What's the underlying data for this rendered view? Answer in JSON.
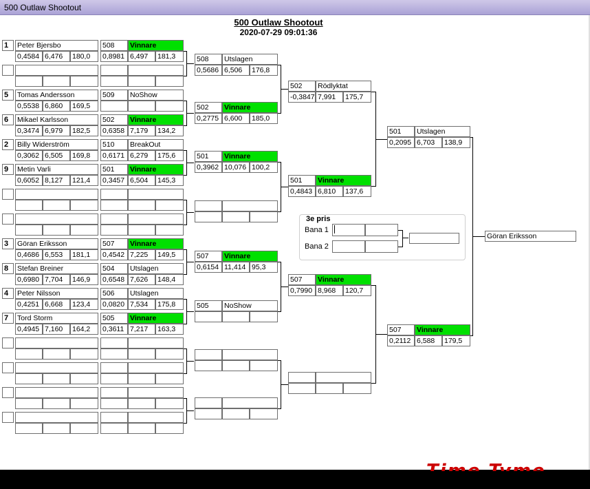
{
  "window": {
    "title": "500 Outlaw Shootout"
  },
  "header": {
    "title": "500 Outlaw Shootout",
    "datetime": "2020-07-29 09:01:36"
  },
  "round1": {
    "r1": {
      "seed": "1",
      "name": "Peter Bjersbo",
      "rt": "0,4584",
      "et": "6,476",
      "speed": "180,0"
    },
    "r2": {
      "seed": "",
      "name": "",
      "rt": "",
      "et": "",
      "speed": ""
    },
    "r3": {
      "seed": "5",
      "name": "Tomas Andersson",
      "rt": "0,5538",
      "et": "6,860",
      "speed": "169,5"
    },
    "r4": {
      "seed": "6",
      "name": "Mikael Karlsson",
      "rt": "0,3474",
      "et": "6,979",
      "speed": "182,5"
    },
    "r5": {
      "seed": "2",
      "name": "Billy Widerström",
      "rt": "0,3062",
      "et": "6,505",
      "speed": "169,8"
    },
    "r6": {
      "seed": "9",
      "name": "Metin Varli",
      "rt": "0,6052",
      "et": "8,127",
      "speed": "121,4"
    },
    "r7": {
      "seed": "",
      "name": "",
      "rt": "",
      "et": "",
      "speed": ""
    },
    "r8": {
      "seed": "",
      "name": "",
      "rt": "",
      "et": "",
      "speed": ""
    },
    "r9": {
      "seed": "3",
      "name": "Göran Eriksson",
      "rt": "0,4686",
      "et": "6,553",
      "speed": "181,1"
    },
    "r10": {
      "seed": "8",
      "name": "Stefan Breiner",
      "rt": "0,6980",
      "et": "7,704",
      "speed": "146,9"
    },
    "r11": {
      "seed": "4",
      "name": "Peter Nilsson",
      "rt": "0,4251",
      "et": "6,668",
      "speed": "123,4"
    },
    "r12": {
      "seed": "7",
      "name": "Tord Storm",
      "rt": "0,4945",
      "et": "7,160",
      "speed": "164,2"
    },
    "r13": {
      "seed": "",
      "name": "",
      "rt": "",
      "et": "",
      "speed": ""
    },
    "r14": {
      "seed": "",
      "name": "",
      "rt": "",
      "et": "",
      "speed": ""
    },
    "r15": {
      "seed": "",
      "name": "",
      "rt": "",
      "et": "",
      "speed": ""
    },
    "r16": {
      "seed": "",
      "name": "",
      "rt": "",
      "et": "",
      "speed": ""
    }
  },
  "round2": {
    "r1": {
      "num": "508",
      "status": "Vinnare",
      "rt": "0,8981",
      "et": "6,497",
      "speed": "181,3",
      "win": true
    },
    "r2": {
      "num": "",
      "status": "",
      "rt": "",
      "et": "",
      "speed": "",
      "win": false
    },
    "r3": {
      "num": "509",
      "status": "NoShow",
      "rt": "",
      "et": "",
      "speed": "",
      "win": false
    },
    "r4": {
      "num": "502",
      "status": "Vinnare",
      "rt": "0,6358",
      "et": "7,179",
      "speed": "134,2",
      "win": true
    },
    "r5": {
      "num": "510",
      "status": "BreakOut",
      "rt": "0,6171",
      "et": "6,279",
      "speed": "175,6",
      "win": false
    },
    "r6": {
      "num": "501",
      "status": "Vinnare",
      "rt": "0,3457",
      "et": "6,504",
      "speed": "145,3",
      "win": true
    },
    "r7": {
      "num": "",
      "status": "",
      "rt": "",
      "et": "",
      "speed": "",
      "win": false
    },
    "r8": {
      "num": "",
      "status": "",
      "rt": "",
      "et": "",
      "speed": "",
      "win": false
    },
    "r9": {
      "num": "507",
      "status": "Vinnare",
      "rt": "0,4542",
      "et": "7,225",
      "speed": "149,5",
      "win": true
    },
    "r10": {
      "num": "504",
      "status": "Utslagen",
      "rt": "0,6548",
      "et": "7,626",
      "speed": "148,4",
      "win": false
    },
    "r11": {
      "num": "506",
      "status": "Utslagen",
      "rt": "0,0820",
      "et": "7,534",
      "speed": "175,8",
      "win": false
    },
    "r12": {
      "num": "505",
      "status": "Vinnare",
      "rt": "0,3611",
      "et": "7,217",
      "speed": "163,3",
      "win": true
    },
    "r13": {
      "num": "",
      "status": "",
      "rt": "",
      "et": "",
      "speed": "",
      "win": false
    },
    "r14": {
      "num": "",
      "status": "",
      "rt": "",
      "et": "",
      "speed": "",
      "win": false
    },
    "r15": {
      "num": "",
      "status": "",
      "rt": "",
      "et": "",
      "speed": "",
      "win": false
    },
    "r16": {
      "num": "",
      "status": "",
      "rt": "",
      "et": "",
      "speed": "",
      "win": false
    }
  },
  "round3": {
    "r1": {
      "num": "508",
      "status": "Utslagen",
      "rt": "0,5686",
      "et": "6,506",
      "speed": "176,8",
      "win": false
    },
    "r2": {
      "num": "502",
      "status": "Vinnare",
      "rt": "0,2775",
      "et": "6,600",
      "speed": "185,0",
      "win": true
    },
    "r3": {
      "num": "501",
      "status": "Vinnare",
      "rt": "0,3962",
      "et": "10,076",
      "speed": "100,2",
      "win": true
    },
    "r4": {
      "num": "",
      "status": "",
      "rt": "",
      "et": "",
      "speed": "",
      "win": false
    },
    "r5": {
      "num": "507",
      "status": "Vinnare",
      "rt": "0,6154",
      "et": "11,414",
      "speed": "95,3",
      "win": true
    },
    "r6": {
      "num": "505",
      "status": "NoShow",
      "rt": "",
      "et": "",
      "speed": "",
      "win": false
    },
    "r7": {
      "num": "",
      "status": "",
      "rt": "",
      "et": "",
      "speed": "",
      "win": false
    },
    "r8": {
      "num": "",
      "status": "",
      "rt": "",
      "et": "",
      "speed": "",
      "win": false
    }
  },
  "round4": {
    "r1": {
      "num": "502",
      "status": "Rödlyktat",
      "rt": "-0,3847",
      "et": "7,991",
      "speed": "175,7",
      "win": false
    },
    "r2": {
      "num": "501",
      "status": "Vinnare",
      "rt": "0,4843",
      "et": "6,810",
      "speed": "137,6",
      "win": true
    },
    "r3": {
      "num": "507",
      "status": "Vinnare",
      "rt": "0,7990",
      "et": "8,968",
      "speed": "120,7",
      "win": true
    },
    "r4": {
      "num": "",
      "status": "",
      "rt": "",
      "et": "",
      "speed": "",
      "win": false
    }
  },
  "round5": {
    "r1": {
      "num": "501",
      "status": "Utslagen",
      "rt": "0,2095",
      "et": "6,703",
      "speed": "138,9",
      "win": false
    },
    "r2": {
      "num": "507",
      "status": "Vinnare",
      "rt": "0,2112",
      "et": "6,588",
      "speed": "179,5",
      "win": true
    }
  },
  "final": {
    "winner": "Göran Eriksson"
  },
  "third": {
    "title": "3e pris",
    "lane1": "Bana 1",
    "lane2": "Bana 2",
    "lane1_value": "",
    "lane2_value": "",
    "result": ""
  },
  "logo": {
    "text": "Time Tyme"
  }
}
